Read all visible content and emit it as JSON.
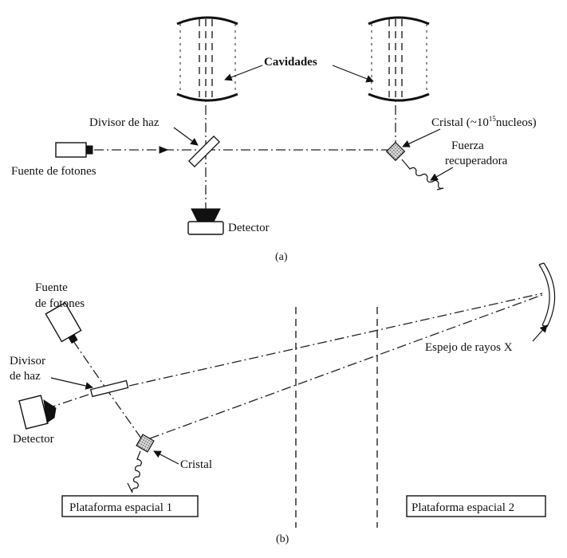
{
  "panel_a": {
    "label_cavidades": "Cavidades",
    "label_divisor": "Divisor de haz",
    "label_cristal": "Cristal (~10",
    "label_cristal_exp": "15",
    "label_cristal_tail": "nucleos)",
    "label_fuerza_1": "Fuerza",
    "label_fuerza_2": "recuperadora",
    "label_fuente": "Fuente de fotones",
    "label_detector": "Detector",
    "caption": "(a)"
  },
  "panel_b": {
    "label_fuente_1": "Fuente",
    "label_fuente_2": "de fotones",
    "label_divisor_1": "Divisor",
    "label_divisor_2": "de haz",
    "label_detector": "Detector",
    "label_cristal": "Cristal",
    "label_espejo": "Espejo de rayos X",
    "label_plataforma_1": "Plataforma espacial 1",
    "label_plataforma_2": "Plataforma espacial 2",
    "caption": "(b)"
  }
}
